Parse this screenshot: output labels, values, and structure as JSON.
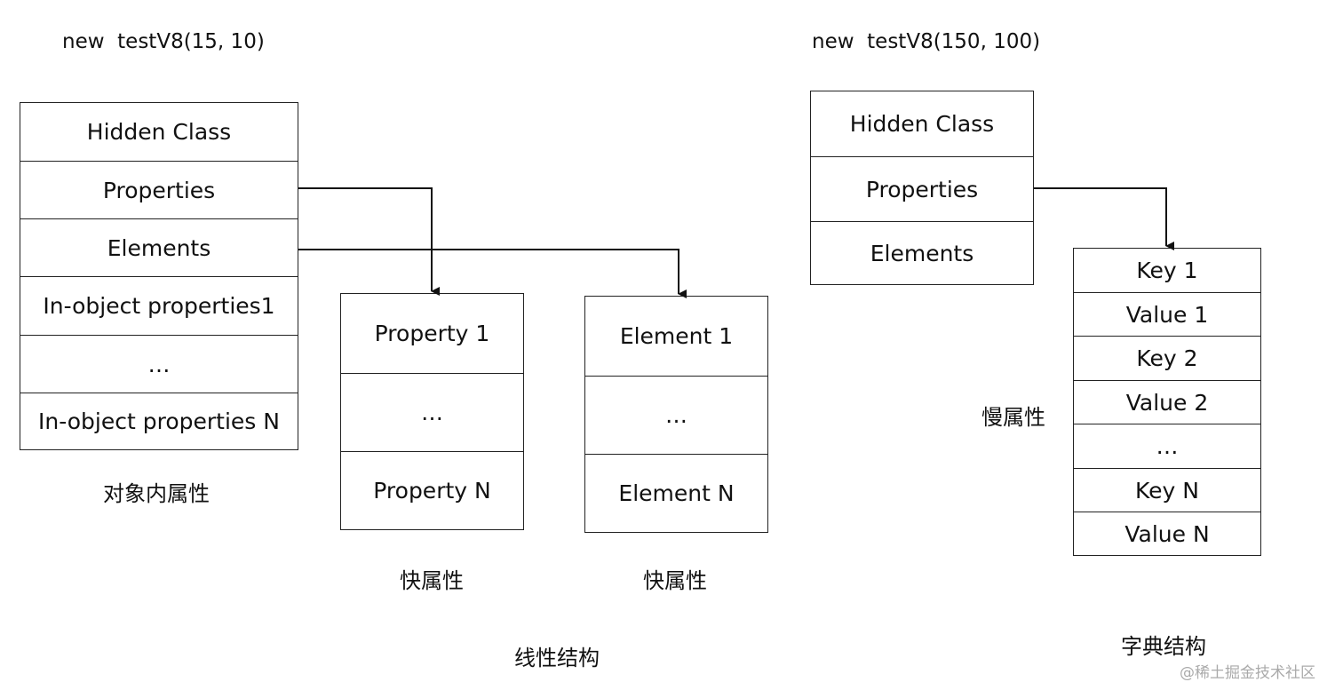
{
  "left": {
    "title": "new  testV8(15, 10)",
    "object_rows": [
      "Hidden Class",
      "Properties",
      "Elements",
      "In-object properties1",
      "…",
      "In-object properties N"
    ],
    "object_caption": "对象内属性",
    "properties_rows": [
      "Property 1",
      "…",
      "Property N"
    ],
    "properties_caption": "快属性",
    "elements_rows": [
      "Element 1",
      "…",
      "Element N"
    ],
    "elements_caption": "快属性",
    "structure_caption": "线性结构"
  },
  "right": {
    "title": "new  testV8(150, 100)",
    "object_rows": [
      "Hidden Class",
      "Properties",
      "Elements"
    ],
    "dict_rows": [
      "Key 1",
      "Value 1",
      "Key 2",
      "Value 2",
      "…",
      "Key N",
      "Value N"
    ],
    "dict_side_label": "慢属性",
    "structure_caption": "字典结构"
  },
  "watermark": "@稀土掘金技术社区"
}
